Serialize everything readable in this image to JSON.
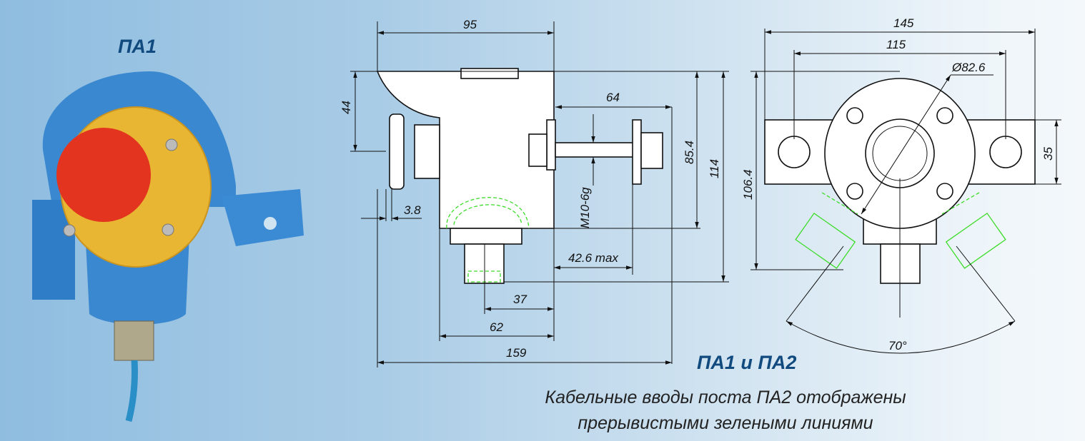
{
  "photo_title": "ПА1",
  "side_view": {
    "width_top": "95",
    "height_hood": "44",
    "bolt_length": "64",
    "height_854": "85.4",
    "height_114": "114",
    "thread": "M10-6g",
    "offset": "3.8",
    "protrusion": "42.6 max",
    "gland_offset": "37",
    "body_width": "62",
    "total_length": "159"
  },
  "front_view": {
    "total_width": "145",
    "hole_spacing": "115",
    "diameter": "Ø82.6",
    "flange_height": "35",
    "height": "106.4",
    "angle": "70°"
  },
  "models_label": "ПА1 и ПА2",
  "caption": {
    "line1": "Кабельные вводы поста ПА2 отображены",
    "line2": "прерывистыми зелеными линиями"
  },
  "colors": {
    "body": "#3a88d0",
    "plate": "#e8b632",
    "button": "#e2341e",
    "title": "#114a7e",
    "dashed": "#3ddc2a"
  }
}
